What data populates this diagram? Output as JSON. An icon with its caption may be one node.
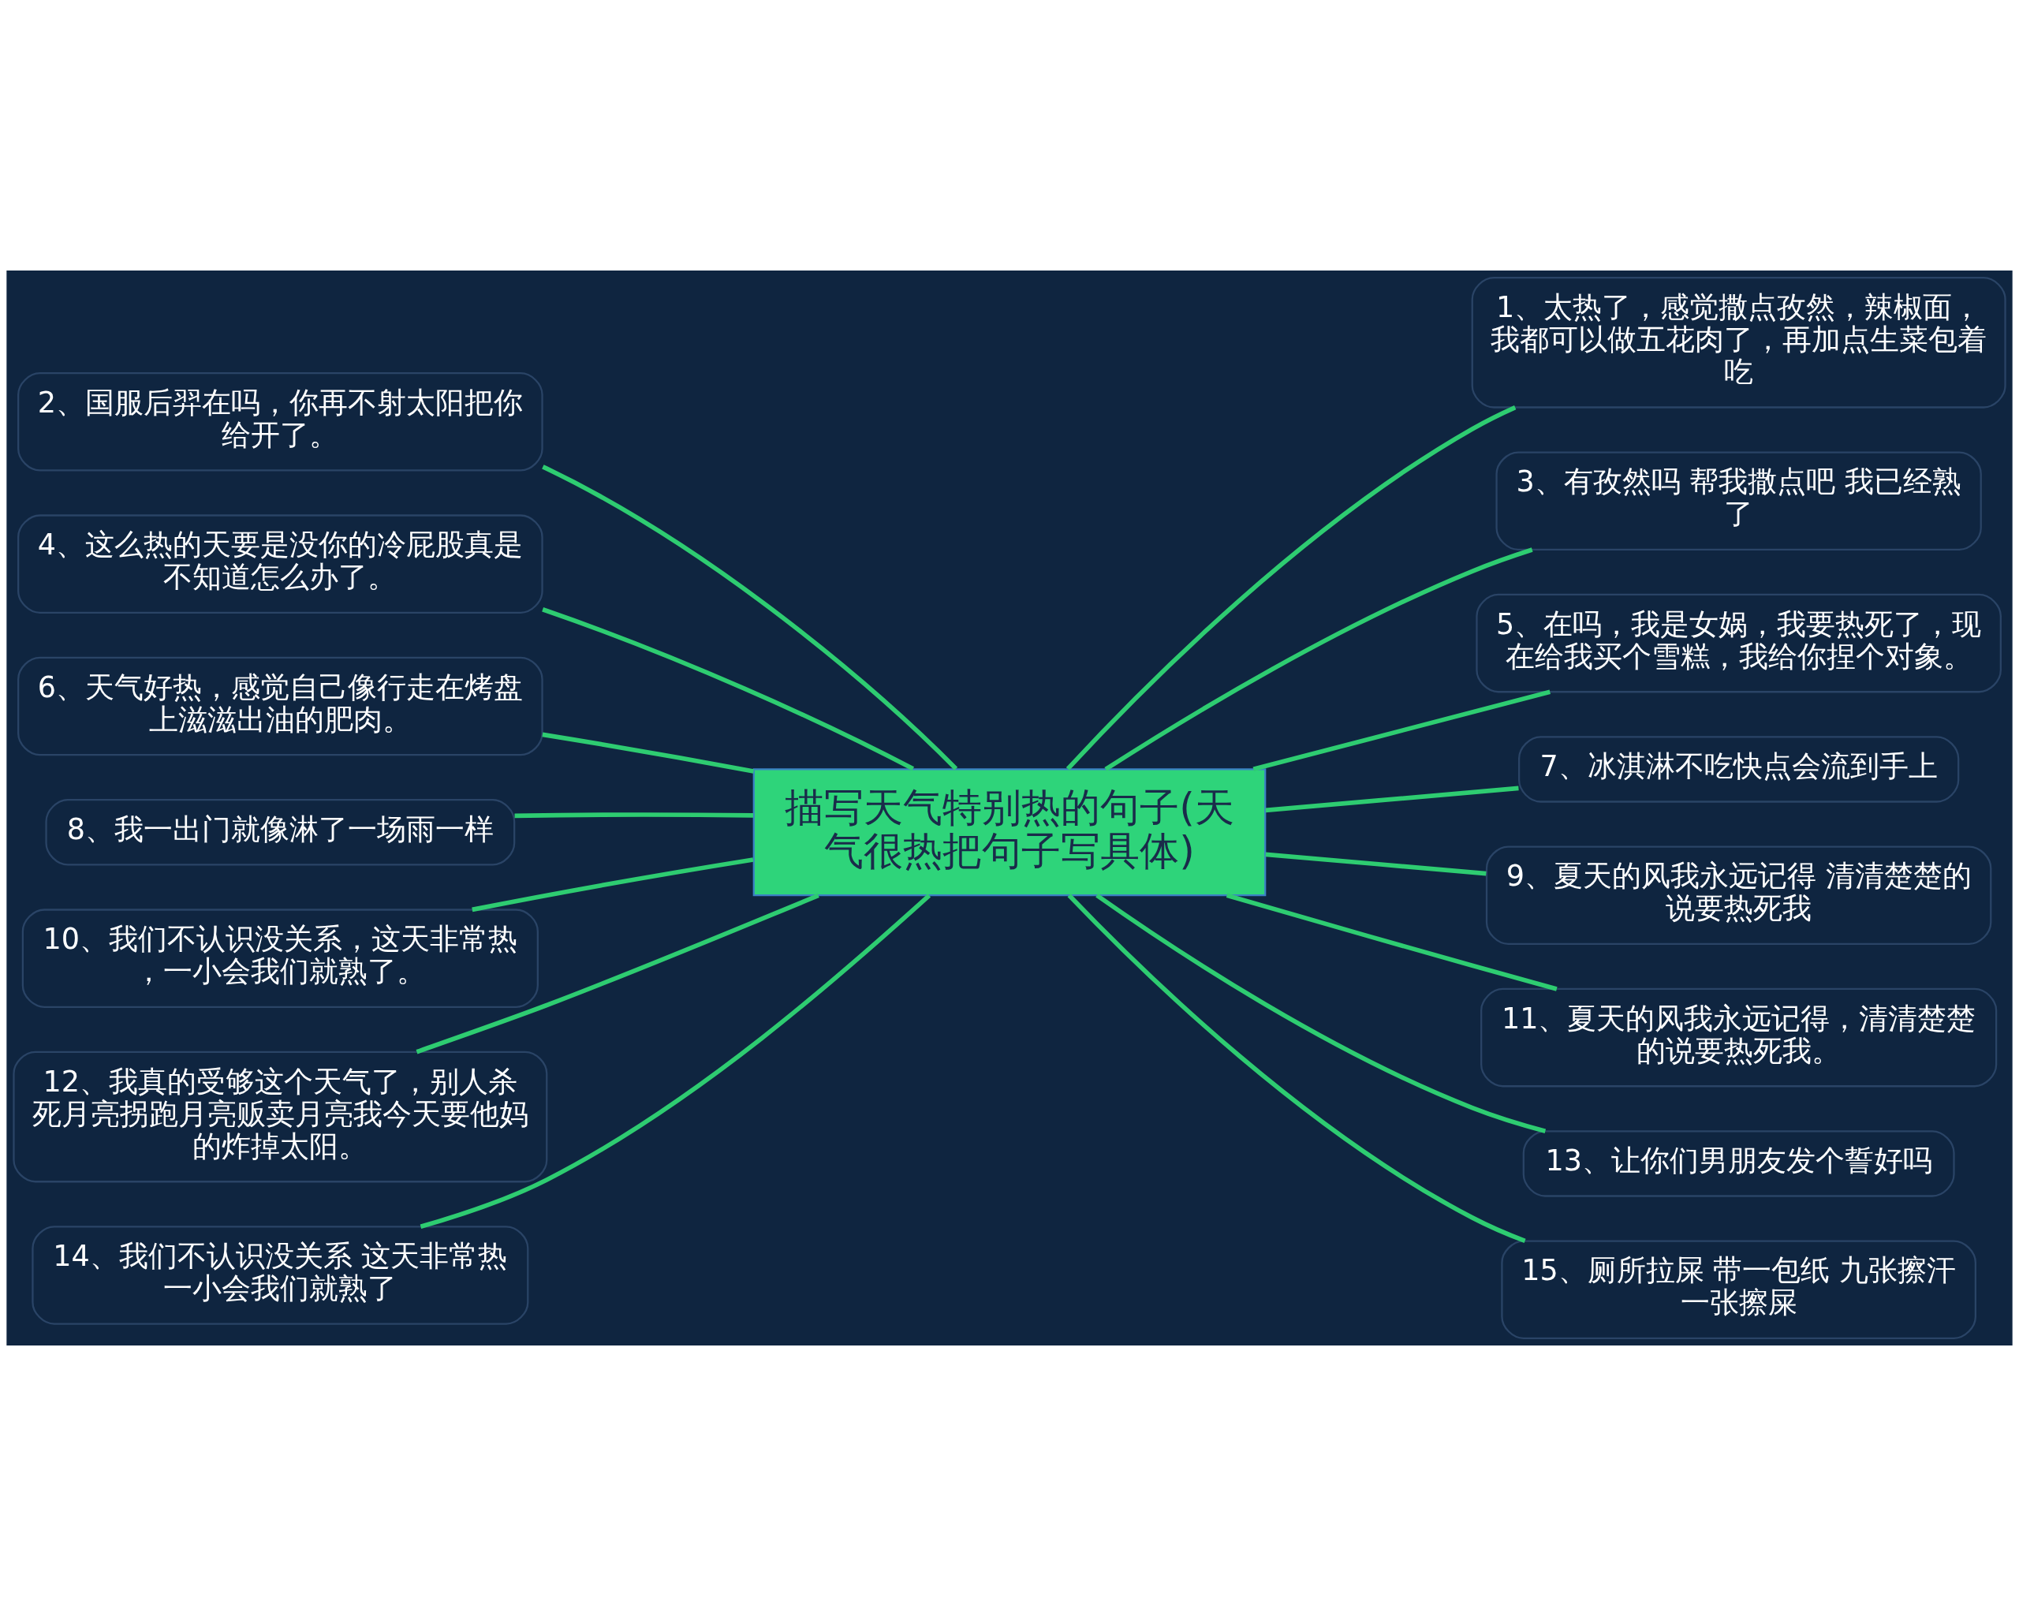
{
  "diagram": {
    "nodes": [
      {
        "text": [
          "描写天气特别热的句子(天气很热把句子写具体)"
        ]
      },
      {
        "text": [
          "1、太热了，感觉撒点孜然，辣椒面，我都可以做五花肉了，再加点生菜包着吃"
        ]
      },
      {
        "text": [
          "2、国服后羿在吗，你再不射太阳把你给开了。"
        ]
      },
      {
        "text": [
          "3、有孜然吗 帮我撒点吧 我已经熟了"
        ]
      },
      {
        "text": [
          "4、这么热的天要是没你的冷屁股真是不知道怎么办了。"
        ]
      },
      {
        "text": [
          "5、在吗，我是女娲，我要热死了，现在给我买个雪糕，我给你捏个对象。"
        ]
      },
      {
        "text": [
          "6、天气好热，感觉自己像行走在烤盘上滋滋出油的肥肉。"
        ]
      },
      {
        "text": [
          "7、冰淇淋不吃快点会流到手上"
        ]
      },
      {
        "text": [
          "8、我一出门就像淋了一场雨一样"
        ]
      },
      {
        "text": [
          "9、夏天的风我永远记得 清清楚楚的说要热死我"
        ]
      },
      {
        "text": [
          "10、我们不认识没关系，这天非常热，一小会我们就熟了。"
        ]
      },
      {
        "text": [
          "11、夏天的风我永远记得，清清楚楚的说要热死我。"
        ]
      },
      {
        "text": [
          "12、我真的受够这个天气了，别人杀死月亮拐跑月亮贩卖月亮我今天要他妈的炸掉太阳。"
        ]
      },
      {
        "text": [
          "13、让你们男朋友发个誓好吗"
        ]
      },
      {
        "text": [
          "14、我们不认识没关系 这天非常热一小会我们就熟了"
        ]
      },
      {
        "text": [
          "15、厕所拉屎 带一包纸 九张擦汗一张擦屎"
        ]
      }
    ],
    "edges": [
      {
        "from": 0,
        "to": 1,
        "arrow": "none"
      },
      {
        "from": 0,
        "to": 2,
        "arrow": "none"
      },
      {
        "from": 0,
        "to": 3,
        "arrow": "none"
      },
      {
        "from": 0,
        "to": 4,
        "arrow": "none"
      },
      {
        "from": 0,
        "to": 5,
        "arrow": "none"
      },
      {
        "from": 0,
        "to": 6,
        "arrow": "none"
      },
      {
        "from": 0,
        "to": 7,
        "arrow": "none"
      },
      {
        "from": 0,
        "to": 8,
        "arrow": "none"
      },
      {
        "from": 0,
        "to": 9,
        "arrow": "none"
      },
      {
        "from": 0,
        "to": 10,
        "arrow": "none"
      },
      {
        "from": 0,
        "to": 11,
        "arrow": "none"
      },
      {
        "from": 0,
        "to": 12,
        "arrow": "none"
      },
      {
        "from": 0,
        "to": 13,
        "arrow": "none"
      },
      {
        "from": 0,
        "to": 14,
        "arrow": "none"
      },
      {
        "from": 0,
        "to": 15,
        "arrow": "none"
      }
    ]
  }
}
